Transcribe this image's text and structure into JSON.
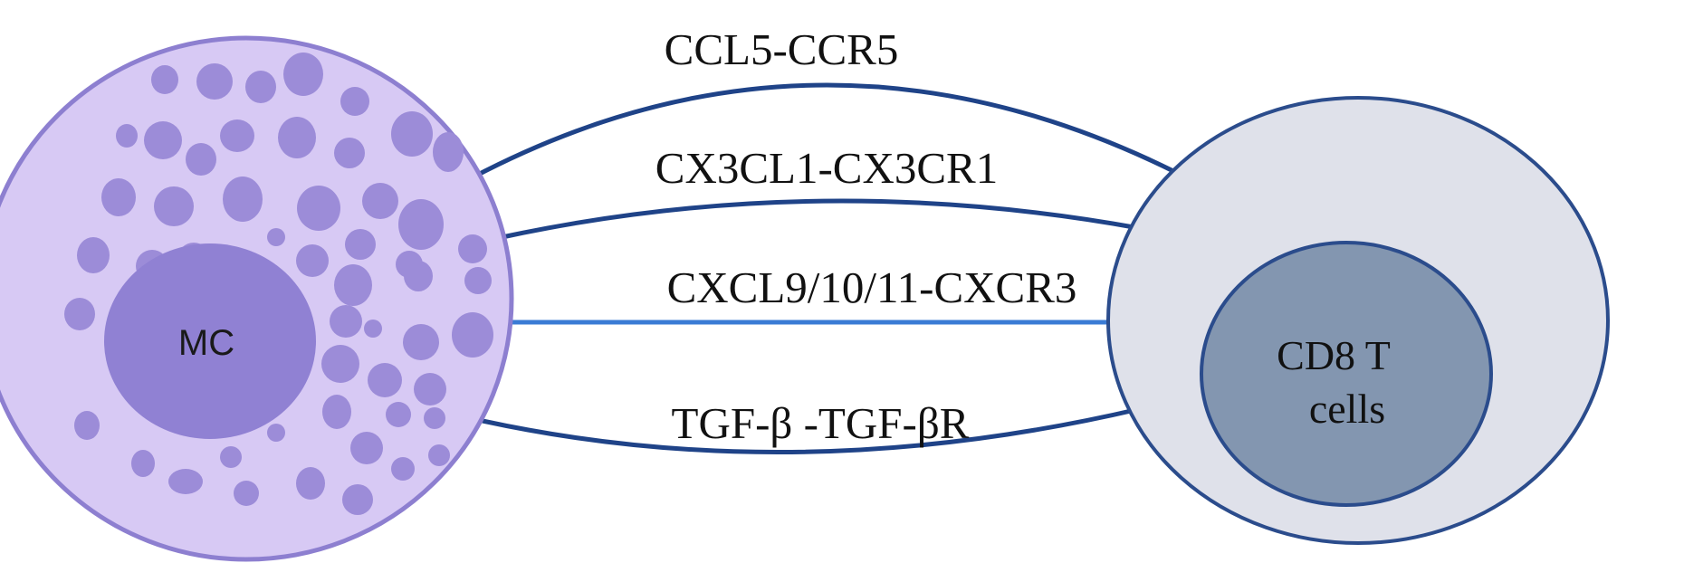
{
  "diagram": {
    "source_cell": {
      "label": "MC",
      "membrane_color": "#d7c9f4",
      "membrane_stroke": "#8d7fd0",
      "nucleus_color": "#9081d3",
      "granule_color": "#9c8cd8"
    },
    "target_cell": {
      "label_line1": "CD8 T",
      "label_line2": "cells",
      "cytoplasm_color": "#dfe1ea",
      "cytoplasm_stroke": "#2b4c8c",
      "nucleus_color": "#8396b0",
      "nucleus_stroke": "#2b4c8c"
    },
    "interactions": [
      {
        "label": "CCL5-CCR5",
        "line_color": "#1f4388"
      },
      {
        "label": "CX3CL1-CX3CR1",
        "line_color": "#1f4388"
      },
      {
        "label": "CXCL9/10/11-CXCR3",
        "line_color": "#3a7bd5"
      },
      {
        "label": "TGF-β -TGF-βR",
        "line_color": "#1f4388"
      }
    ]
  }
}
